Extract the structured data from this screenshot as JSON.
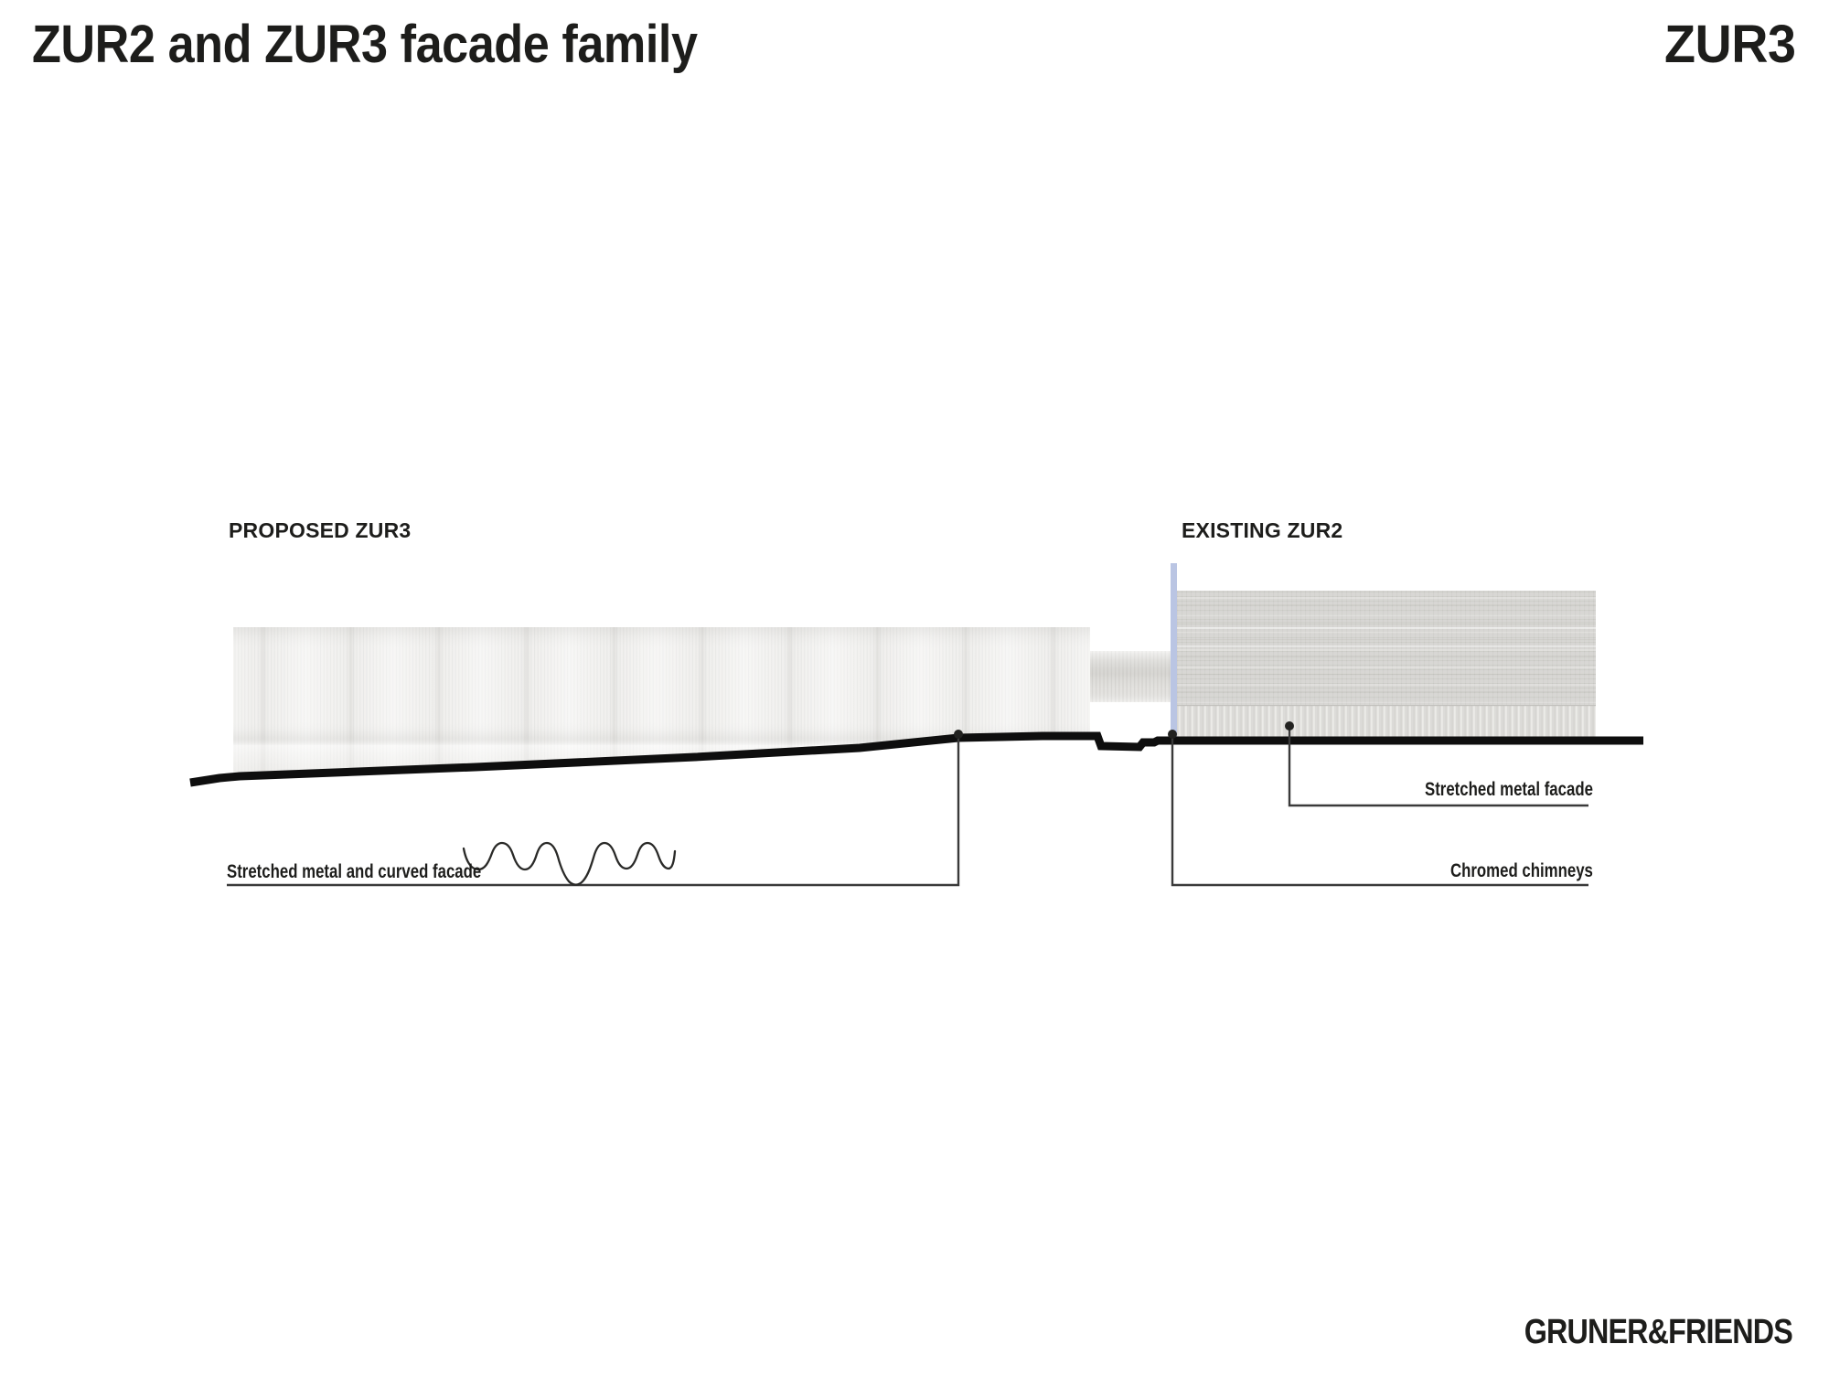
{
  "header": {
    "title": "ZUR2 and ZUR3 facade family",
    "project_code": "ZUR3"
  },
  "drawing": {
    "proposed_label": "PROPOSED ZUR3",
    "existing_label": "EXISTING ZUR2",
    "annotations": {
      "curved_facade": "Stretched metal and curved facade",
      "metal_facade": "Stretched metal facade",
      "chimneys": "Chromed chimneys"
    }
  },
  "footer": {
    "logo": "GRUNER&FRIENDS"
  },
  "colors": {
    "joint_blue": "#bac5e3",
    "proposed_facade_light": "#f1f0ee",
    "existing_facade_gray": "#d8d7d4",
    "ground_black": "#0e0e0e",
    "leader_gray": "#3a3a3a"
  }
}
